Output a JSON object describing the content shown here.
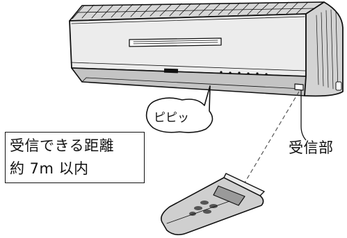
{
  "beep_label": "ピピッ",
  "receiver_label": "受信部",
  "range_note": {
    "line1": "受信できる距離",
    "line2": "約 7m 以内"
  }
}
